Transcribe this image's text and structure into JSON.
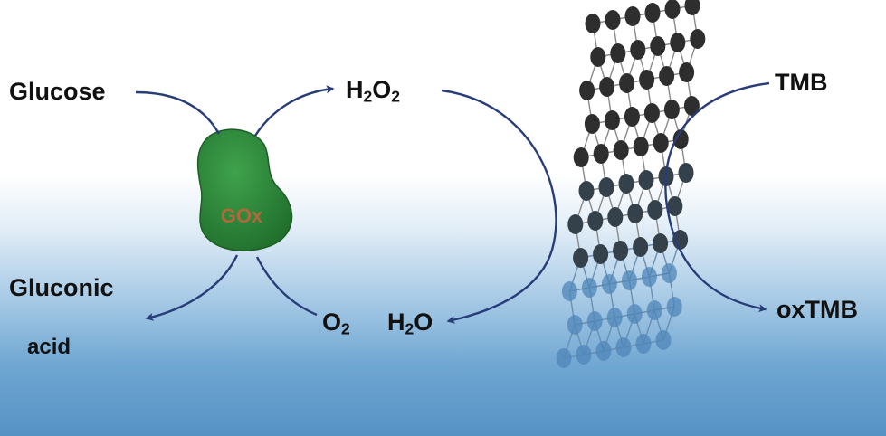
{
  "labels": {
    "glucose": "Glucose",
    "gluconic_line1": "Gluconic",
    "gluconic_line2": "acid",
    "h2o2_main": "H",
    "h2o2_sub1": "2",
    "h2o2_mid": "O",
    "h2o2_sub2": "2",
    "o2_main": "O",
    "o2_sub": "2",
    "h2o_main1": "H",
    "h2o_sub": "2",
    "h2o_main2": "O",
    "tmb": "TMB",
    "oxtmb": "oxTMB",
    "enzyme": "GOx"
  },
  "colors": {
    "arrow": "#283d78",
    "enzyme_fill": "#2f8a3c",
    "enzyme_text": "#c8643a",
    "atom_dark": "#2e2e2e",
    "atom_blue": "#4f86b8"
  },
  "icons": {
    "enzyme": "enzyme-blob-icon",
    "nanosheet": "graphitic-lattice-icon"
  }
}
